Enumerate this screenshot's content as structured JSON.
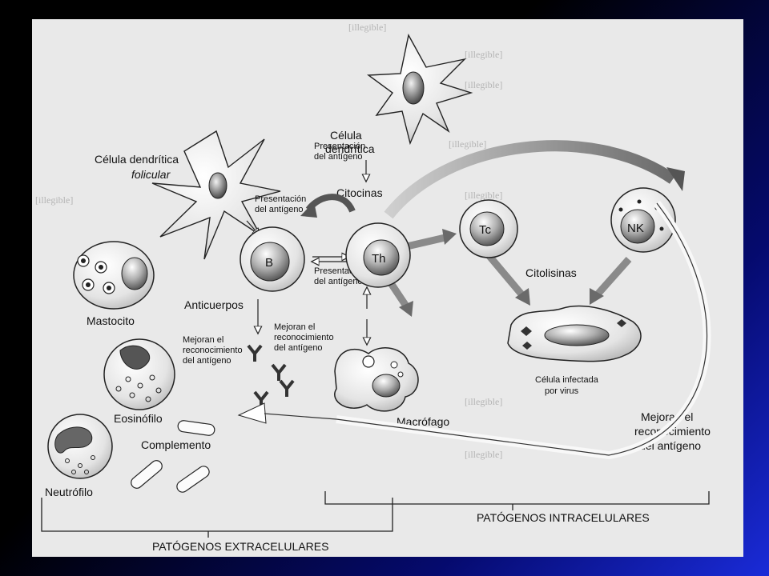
{
  "labels": {
    "dendritic_cell": [
      "Célula",
      "dendrítica"
    ],
    "follicular_dc": [
      "Célula dendrítica",
      "folicular"
    ],
    "antigen_presentation_top": [
      "Presentación",
      "del antígeno"
    ],
    "antigen_presentation_left": [
      "Presentación",
      "del antígeno"
    ],
    "antigen_presentation_bottom": [
      "Presentación",
      "del antígeno"
    ],
    "cytokines": "Citocinas",
    "cytolysins": "Citolisinas",
    "b_cell": "B",
    "th_cell": "Th",
    "tc_cell": "Tc",
    "nk_cell": "NK",
    "mast_cell": "Mastocito",
    "antibodies": "Anticuerpos",
    "improve_recognition_left": [
      "Mejoran el",
      "reconocimiento",
      "del antígeno"
    ],
    "improve_recognition_mid": [
      "Mejoran el",
      "reconocimiento",
      "del antígeno"
    ],
    "improve_recognition_right": [
      "Mejoran el",
      "reconocimiento",
      "del antígeno"
    ],
    "eosinophil": "Eosinófilo",
    "complement": "Complemento",
    "neutrophil": "Neutrófilo",
    "macrophage": "Macrófago",
    "virus_infected_cell": [
      "Célula infectada",
      "por virus"
    ],
    "intracellular_pathogens": "PATÓGENOS INTRACELULARES",
    "extracellular_pathogens": "PATÓGENOS EXTRACELULARES"
  },
  "background_text": [
    "[illegible]",
    "[illegible]",
    "[illegible]",
    "[illegible]",
    "[illegible]",
    "[illegible]",
    "[illegible]",
    "[illegible]"
  ],
  "colors": {
    "cell_fill": "#ffffff",
    "nucleus": "#7a7a7a",
    "ink": "#1a1a1a",
    "paper": "#e9e9e9"
  }
}
